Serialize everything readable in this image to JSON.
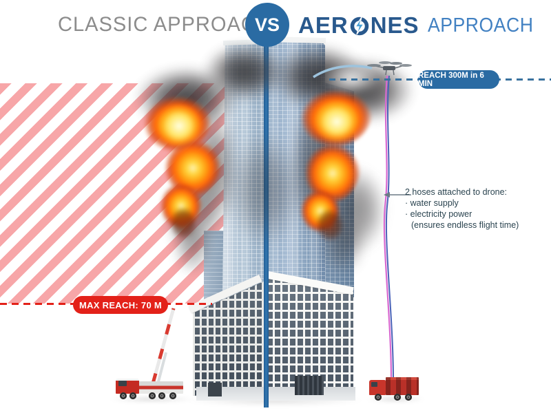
{
  "header": {
    "classic_label": "CLASSIC APPROACH",
    "vs_label": "VS",
    "brand_prefix": "AER",
    "brand_suffix": "NES",
    "approach_label": "APPROACH"
  },
  "classic_side": {
    "max_reach_badge": "MAX REACH: 70 M"
  },
  "aerones_side": {
    "reach_badge": "REACH 300M in 6 MIN",
    "hose_note_title": "2 hoses attached to drone:",
    "hose_note_item1": "· water supply",
    "hose_note_item2": "· electricity power",
    "hose_note_item3": "(ensures endless flight time)"
  },
  "icons": {
    "brand_o": "lightning-bolt-icon",
    "drone": "drone-icon"
  },
  "colors": {
    "classic_red": "#e32119",
    "stripe_pink": "#f7a6a8",
    "aerones_blue": "#2a6ba3",
    "brand_dark_blue": "#29598d",
    "brand_light_blue": "#4aa0d5",
    "approach_light_blue": "#4281c2",
    "header_gray": "#8c8c8c",
    "note_text": "#2b4450",
    "hose_magenta": "#d869d0",
    "hose_blue": "#4a62b8"
  }
}
